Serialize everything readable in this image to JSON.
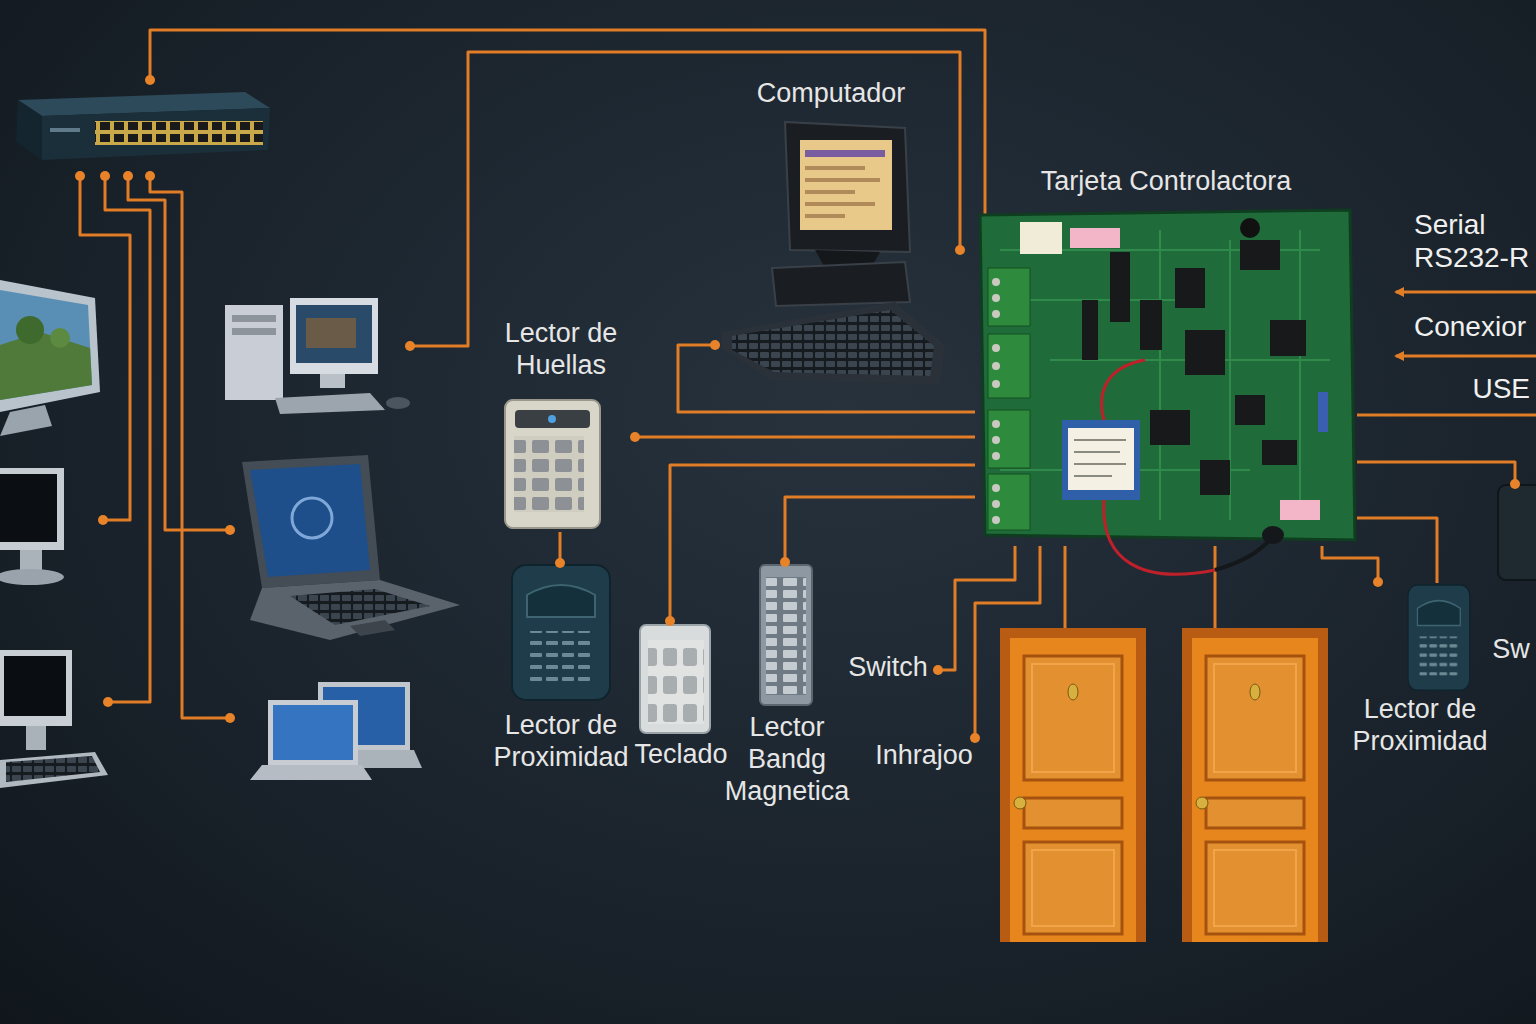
{
  "diagram": {
    "nodes": [
      {
        "text": [
          "Computador"
        ]
      },
      {
        "text": [
          "Tarjeta Controlactora"
        ]
      },
      {
        "text": [
          "Lector de Huellas"
        ]
      },
      {
        "text": [
          "Lector de Proximidad"
        ]
      },
      {
        "text": [
          "Teclado"
        ]
      },
      {
        "text": [
          "Lector Bandg Magnetica"
        ]
      },
      {
        "text": [
          "Switch"
        ]
      },
      {
        "text": [
          "Inhrajoo"
        ]
      },
      {
        "text": [
          "Lector de Proximidad"
        ]
      },
      {
        "text": [
          "Sw"
        ]
      }
    ],
    "edges": [
      {
        "from": 0,
        "to": 1,
        "arrow": "none"
      },
      {
        "from": 2,
        "to": 1,
        "arrow": "none"
      },
      {
        "from": 3,
        "to": 2,
        "arrow": "none"
      },
      {
        "from": 4,
        "to": 1,
        "arrow": "none"
      },
      {
        "from": 5,
        "to": 1,
        "arrow": "none"
      },
      {
        "from": 6,
        "to": 1,
        "arrow": "none"
      },
      {
        "from": 7,
        "to": 1,
        "arrow": "none"
      },
      {
        "from": 8,
        "to": 1,
        "arrow": "none"
      },
      {
        "from": 9,
        "to": 1,
        "arrow": "none"
      }
    ],
    "labels": [
      "Serial RS232-R",
      "Conexior",
      "USE"
    ]
  }
}
